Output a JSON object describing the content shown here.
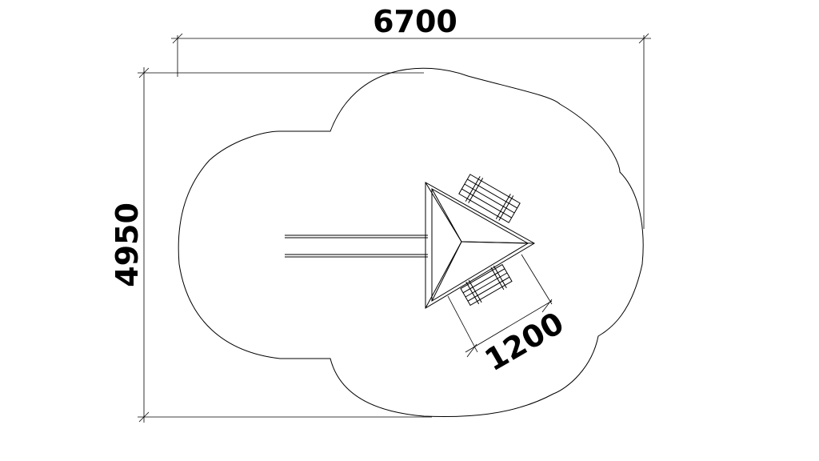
{
  "dimensions": {
    "width_label": "6700",
    "height_label": "4950",
    "bench_label": "1200"
  }
}
